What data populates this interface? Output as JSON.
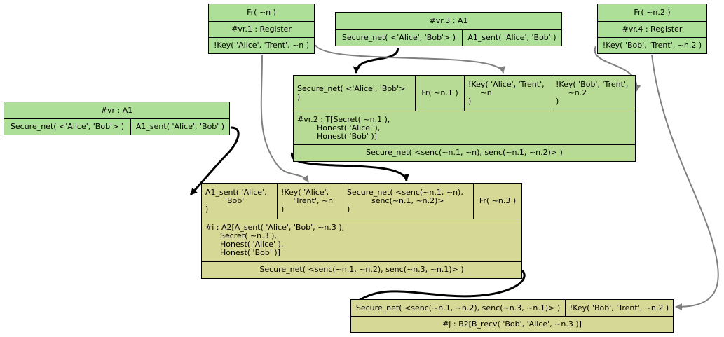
{
  "nodes": {
    "fr_n": {
      "fr": "Fr( ~n )",
      "label": "#vr.1 : Register",
      "key": "!Key( 'Alice', 'Trent', ~n )"
    },
    "vr3": {
      "label": "#vr.3 : A1",
      "secure": "Secure_net( <'Alice', 'Bob'> )",
      "sent": "A1_sent( 'Alice', 'Bob' )"
    },
    "fr_n2": {
      "fr": "Fr( ~n.2 )",
      "label": "#vr.4 : Register",
      "key": "!Key( 'Bob', 'Trent', ~n.2 )"
    },
    "vr": {
      "label": "#vr : A1",
      "secure": "Secure_net( <'Alice', 'Bob'> )",
      "sent": "A1_sent( 'Alice', 'Bob' )"
    },
    "vr2": {
      "premises": [
        "Secure_net( <'Alice', 'Bob'>\n)",
        "Fr( ~n.1 )",
        "!Key( 'Alice', 'Trent',\n     ~n\n)",
        "!Key( 'Bob', 'Trent',\n     ~n.2\n)"
      ],
      "label": "#vr.2 : T[Secret( ~n.1 ),\n        Honest( 'Alice' ),\n        Honest( 'Bob' )]",
      "conclusion": "Secure_net( <senc(~n.1, ~n), senc(~n.1, ~n.2)> )"
    },
    "i": {
      "premises": [
        "A1_sent( 'Alice',\n        'Bob'\n)",
        "!Key( 'Alice',\n     'Trent', ~n\n)",
        "Secure_net( <senc(~n.1, ~n),\n          senc(~n.1, ~n.2)>\n)",
        "Fr( ~n.3 )"
      ],
      "label": "#i : A2[A_sent( 'Alice', 'Bob', ~n.3 ),\n      Secret( ~n.3 ),\n      Honest( 'Alice' ),\n      Honest( 'Bob' )]",
      "conclusion": "Secure_net( <senc(~n.1, ~n.2), senc(~n.3, ~n.1)> )"
    },
    "j": {
      "premises": [
        "Secure_net( <senc(~n.1, ~n.2), senc(~n.3, ~n.1)> )",
        "!Key( 'Bob', 'Trent', ~n.2 )"
      ],
      "label": "#j : B2[B_recv( 'Bob', 'Alice', ~n.3 )]"
    }
  },
  "colors": {
    "fact_node": "#aedf99",
    "rule_node": "#b7da95",
    "goal_node": "#d6d896",
    "black_edge": "#000000",
    "gray_edge": "#808080"
  }
}
